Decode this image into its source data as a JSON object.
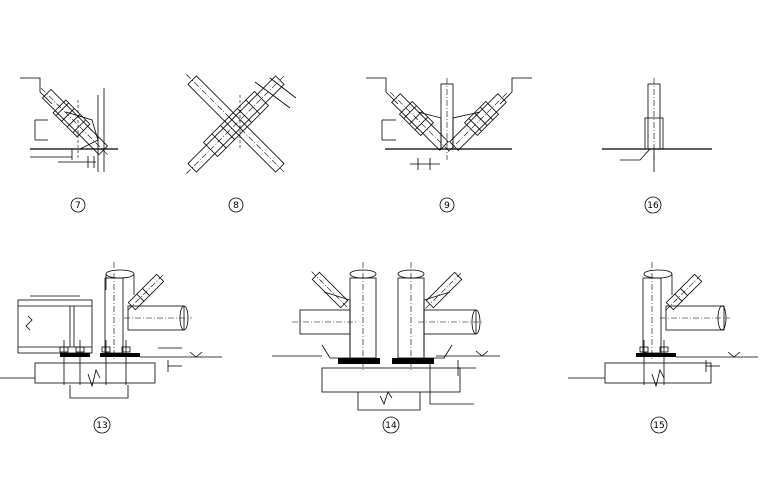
{
  "details": [
    {
      "id": "detail-7",
      "label": "7"
    },
    {
      "id": "detail-8",
      "label": "8"
    },
    {
      "id": "detail-9",
      "label": "9"
    },
    {
      "id": "detail-16",
      "label": "16"
    },
    {
      "id": "detail-13",
      "label": "13"
    },
    {
      "id": "detail-14",
      "label": "14"
    },
    {
      "id": "detail-15",
      "label": "15"
    }
  ]
}
